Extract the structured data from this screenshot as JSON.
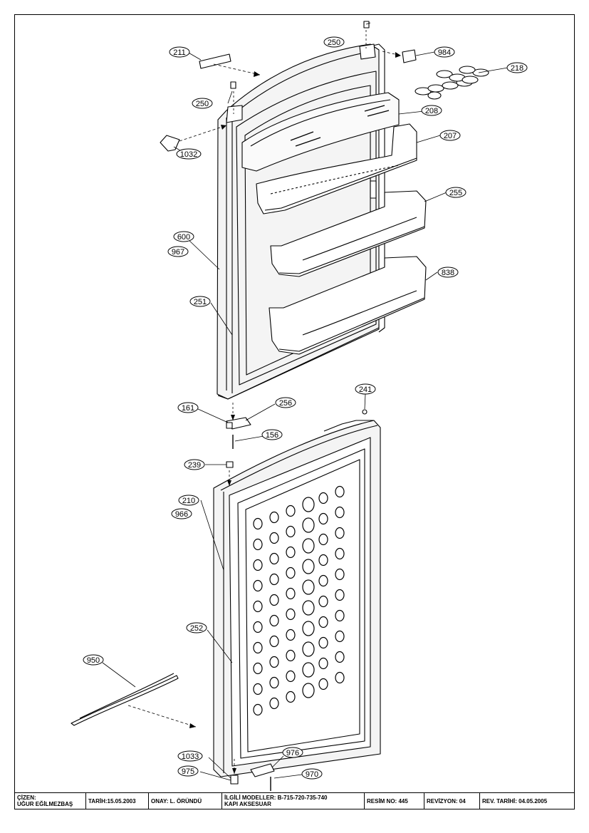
{
  "parts": {
    "p211": "211",
    "p250a": "250",
    "p984": "984",
    "p218": "218",
    "p250b": "250",
    "p208": "208",
    "p1032": "1032",
    "p207": "207",
    "p255": "255",
    "p600": "600",
    "p967": "967",
    "p838": "838",
    "p251": "251",
    "p241": "241",
    "p161": "161",
    "p256": "256",
    "p156": "156",
    "p239": "239",
    "p210": "210",
    "p966": "966",
    "p252": "252",
    "p950": "950",
    "p1033": "1033",
    "p976": "976",
    "p975": "975",
    "p970": "970"
  },
  "title_block": {
    "drawn_by_label": "ÇİZEN:",
    "drawn_by": "UĞUR EĞİLMEZBAŞ",
    "date": "TARİH:15.05.2003",
    "approval": "ONAY:  L. ÖRÜNDÜ",
    "related_models": "İLGİLİ MODELLER: B-715-720-735-740",
    "part_name": "KAPI AKSESUAR",
    "drawing_no": "RESİM NO: 445",
    "revision": "REVİZYON: 04",
    "revision_date": "REV. TARİHİ:  04.05.2005"
  }
}
